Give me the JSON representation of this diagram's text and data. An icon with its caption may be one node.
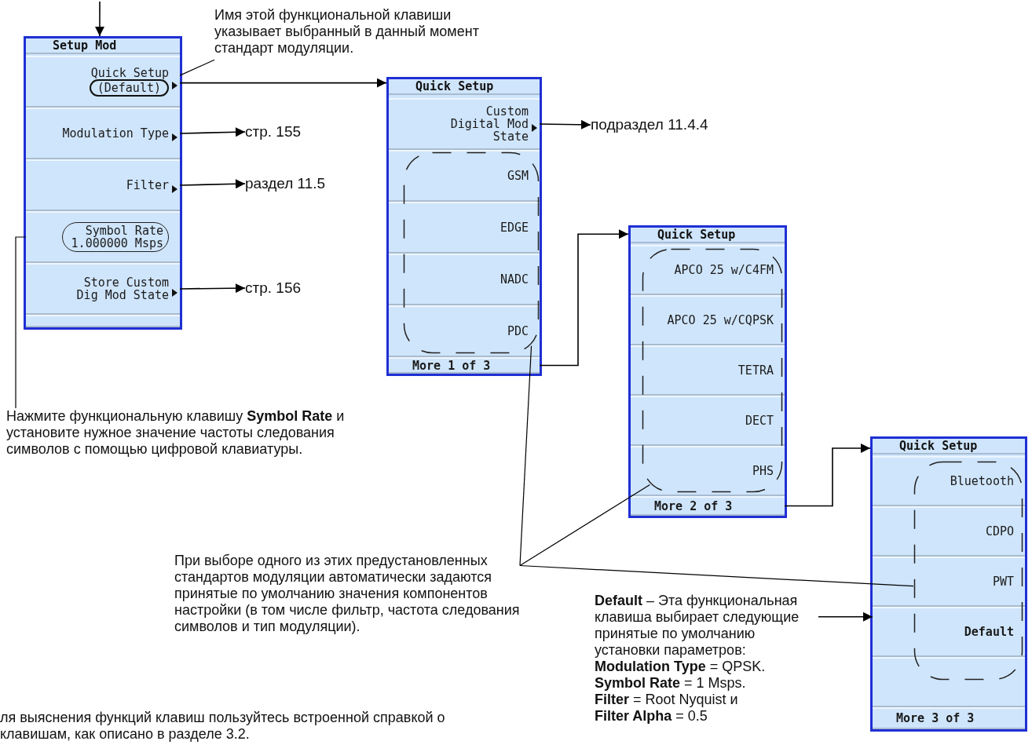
{
  "diagram": {
    "nodes": [
      {
        "text": [
          "Setup Mod"
        ]
      },
      {
        "text": [
          "Quick Setup",
          "(Default)"
        ],
        "in": 0
      },
      {
        "text": [
          "Modulation Type"
        ],
        "in": 0
      },
      {
        "text": [
          "Filter"
        ],
        "in": 0
      },
      {
        "text": [
          "Symbol Rate 1.000000 Msps"
        ],
        "in": 0
      },
      {
        "text": [
          "Store Custom Dig Mod State"
        ],
        "in": 0
      },
      {
        "text": [],
        "shape": "box",
        "in": 0
      },
      {
        "text": [
          "Имя этой  функциональной клавиши указывает выбранный в данный момент стандарт модуляции."
        ]
      },
      {
        "text": [
          "стр. 155"
        ]
      },
      {
        "text": [
          "раздел 11.5"
        ]
      },
      {
        "text": [
          "стр. 156"
        ]
      },
      {
        "text": [
          "Quick Setup"
        ]
      },
      {
        "text": [
          "Custom Digital Mod State"
        ],
        "in": 11
      },
      {
        "text": [
          "GSM"
        ],
        "in": 11
      },
      {
        "text": [
          "EDGE"
        ],
        "in": 11
      },
      {
        "text": [
          "NADC"
        ],
        "in": 11
      },
      {
        "text": [
          "PDC"
        ],
        "in": 11
      },
      {
        "text": [
          "More 1 of 3"
        ],
        "in": 11
      },
      {
        "text": [],
        "shape": "oval",
        "in": 11
      },
      {
        "text": [
          "подраздел 11.4.4"
        ]
      },
      {
        "text": [
          "Quick Setup"
        ]
      },
      {
        "text": [
          "APCO 25 w/C4FM"
        ],
        "in": 20
      },
      {
        "text": [
          "APCO 25 w/CQPSK"
        ],
        "in": 20
      },
      {
        "text": [
          "TETRA"
        ],
        "in": 20
      },
      {
        "text": [
          "DECT"
        ],
        "in": 20
      },
      {
        "text": [
          "PHS"
        ],
        "in": 20
      },
      {
        "text": [
          "More 2 of 3"
        ],
        "in": 20
      },
      {
        "text": [],
        "shape": "oval",
        "in": 20
      },
      {
        "text": [
          "Quick Setup"
        ]
      },
      {
        "text": [
          "Bluetooth"
        ],
        "in": 28
      },
      {
        "text": [
          "CDPO"
        ],
        "in": 28
      },
      {
        "text": [
          "PWT"
        ],
        "in": 28
      },
      {
        "text": [
          "Default"
        ],
        "in": 28
      },
      {
        "text": [],
        "shape": "box",
        "in": 28
      },
      {
        "text": [
          "More 3 of 3"
        ],
        "in": 28
      },
      {
        "text": [],
        "shape": "oval",
        "in": 28
      },
      {
        "text": [
          "Нажмите  функциональную клавишу **Symbol Rate** и установите нужное значение частоты следования символов с помощью цифровой клавиатуры."
        ]
      },
      {
        "text": [
          "При выборе одного из этих предустановленных стандартов модуляции автоматически задаются принятые по умолчанию значения компонентов настройки (в том числе фильтр, частота следования символов и тип модуляции)."
        ]
      },
      {
        "text": [
          "**Default** – Эта функциональная клавиша выбирает следующие принятые по умолчанию установки параметров:",
          "**Modulation Type** = QPSK.",
          "**Symbol Rate** = 1 Msps.",
          "**Filter** = Root Nyquist  и",
          "**Filter  Alpha** = 0.5"
        ]
      }
    ],
    "edges": [
      {
        "from": null,
        "to": 0,
        "arrow": "to"
      },
      {
        "from": 1,
        "to": 11,
        "arrow": "to"
      },
      {
        "from": 2,
        "to": 8,
        "arrow": "to"
      },
      {
        "from": 3,
        "to": 9,
        "arrow": "to"
      },
      {
        "from": 5,
        "to": 10,
        "arrow": "to"
      },
      {
        "from": 7,
        "to": 1,
        "arrow": "none"
      },
      {
        "from": 12,
        "to": 19,
        "arrow": "to"
      },
      {
        "from": 17,
        "to": 20,
        "arrow": "to"
      },
      {
        "from": 26,
        "to": 28,
        "arrow": "to"
      },
      {
        "from": 36,
        "to": 4,
        "arrow": "none"
      },
      {
        "from": 37,
        "to": 18,
        "arrow": "none"
      },
      {
        "from": 37,
        "to": 27,
        "arrow": "none"
      },
      {
        "from": 37,
        "to": 35,
        "arrow": "none"
      },
      {
        "from": 38,
        "to": 32,
        "arrow": "to"
      }
    ],
    "labels": [
      "ля выяснения функций клавиш пользуйтесь встроенной справкой о клавишам, как описано в разделе 3.2."
    ]
  }
}
